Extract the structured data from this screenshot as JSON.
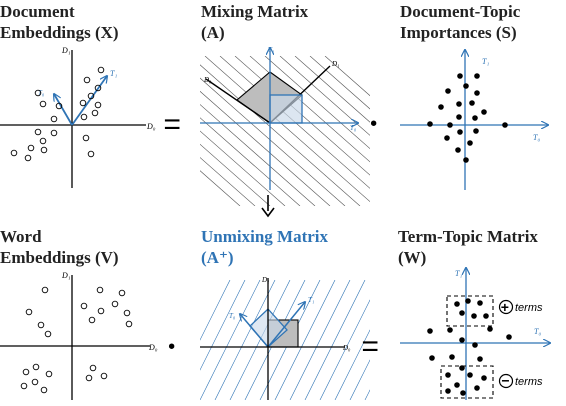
{
  "titles": {
    "doc_emb": {
      "line1": "Document",
      "line2": "Embeddings (X)"
    },
    "mixing": {
      "line1": "Mixing Matrix",
      "line2": "(A)"
    },
    "doc_topic": {
      "line1": "Document-Topic",
      "line2": "Importances (S)"
    },
    "word_emb": {
      "line1": "Word",
      "line2": "Embeddings (V)"
    },
    "unmixing": {
      "line1": "Unmixing Matrix",
      "line2": "(A⁺)"
    },
    "term_topic": {
      "line1": "Term-Topic Matrix",
      "line2": "(W)"
    }
  },
  "axis_labels": {
    "d1": "D₁",
    "d0": "D₀",
    "t1": "T₁",
    "t0": "T₀"
  },
  "operators": {
    "equals": "=",
    "dot": "•",
    "arrow_down": "↓"
  },
  "term_labels": {
    "positive": "terms",
    "negative": "terms",
    "plus_symbol": "+",
    "minus_symbol": "−"
  },
  "colors": {
    "blue": "#2f74b5",
    "black": "#000000",
    "gray_fill": "#bdbdbd",
    "light_blue_fill": "#c9d9ea"
  }
}
